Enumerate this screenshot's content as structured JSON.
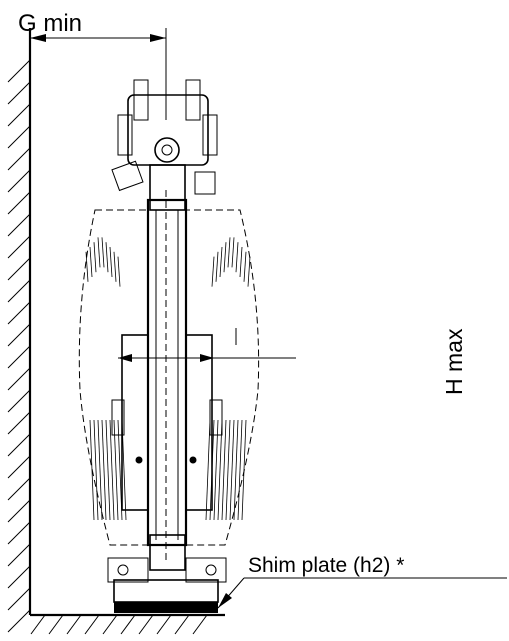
{
  "labels": {
    "g_min": "G min",
    "h_max": "H max",
    "shim_plate": "Shim plate (h2) *"
  },
  "colors": {
    "line": "#000000",
    "background": "#ffffff"
  }
}
